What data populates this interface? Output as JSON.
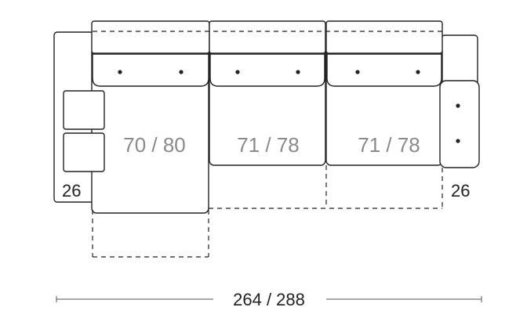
{
  "diagram": {
    "armrest_left_width": "26",
    "armrest_right_width": "26",
    "seats": [
      {
        "label": "70 / 80"
      },
      {
        "label": "71 / 78"
      },
      {
        "label": "71 / 78"
      }
    ],
    "overall_width": "264 / 288"
  }
}
